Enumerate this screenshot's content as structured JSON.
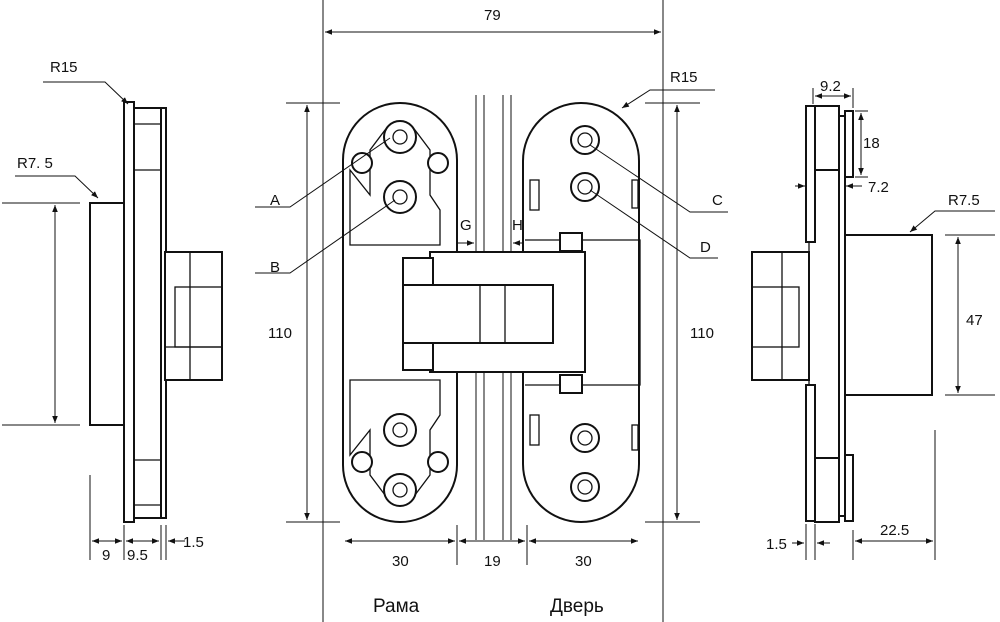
{
  "title": "Hinge technical drawing",
  "left_view": {
    "r15": "R15",
    "r75": "R7. 5",
    "dim_9": "9",
    "dim_95": "9.5",
    "dim_15": "1.5"
  },
  "front_view": {
    "width": "79",
    "height_left": "110",
    "height_right": "110",
    "r15": "R15",
    "label_a": "A",
    "label_b": "B",
    "label_c": "C",
    "label_d": "D",
    "label_g": "G",
    "label_h": "H",
    "dim_frame": "30",
    "dim_gap": "19",
    "dim_door": "30",
    "frame_label": "Рама",
    "door_label": "Дверь"
  },
  "right_view": {
    "dim_92": "9.2",
    "dim_18": "18",
    "dim_72": "7.2",
    "r75": "R7.5",
    "dim_47": "47",
    "dim_15": "1.5",
    "dim_225": "22.5"
  },
  "colors": {
    "line": "#111111",
    "background": "#ffffff"
  }
}
